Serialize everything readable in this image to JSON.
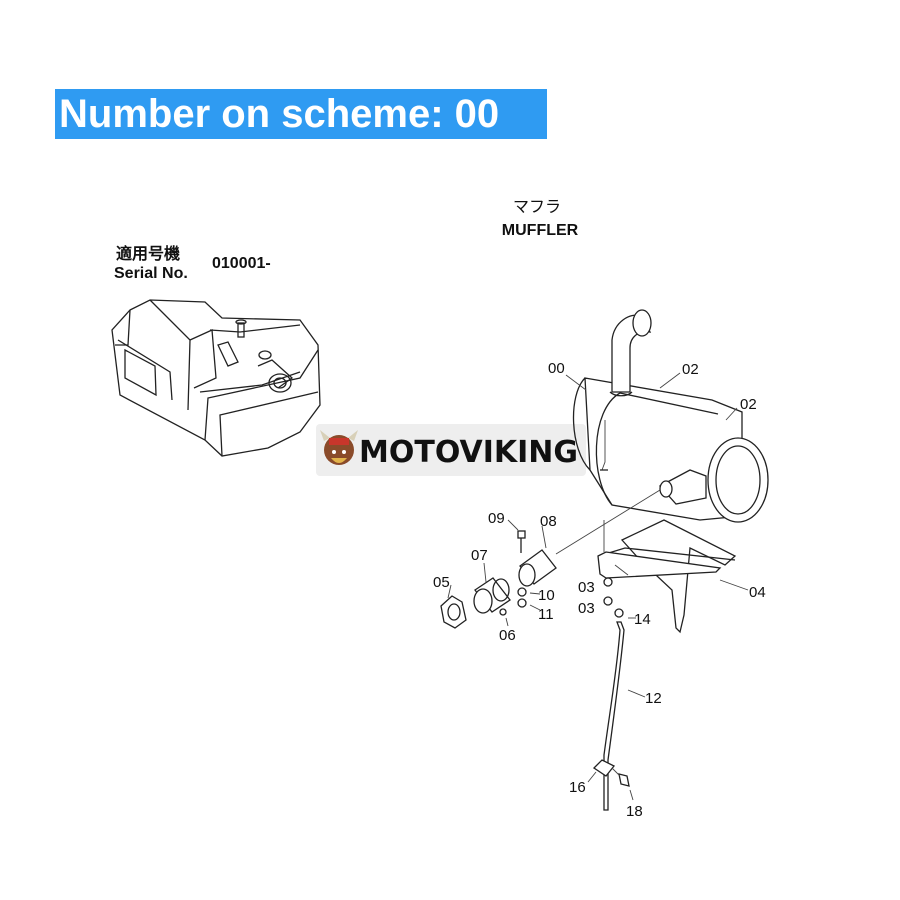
{
  "banner": {
    "text": "Number on scheme: 00",
    "color": "#2f9bf2"
  },
  "header": {
    "title_jp": "マフラ",
    "title_en": "MUFFLER",
    "serial_label_jp": "適用号機",
    "serial_label_en": "Serial No.",
    "serial_value": "010001-"
  },
  "watermark": {
    "text": "MOTOVIKING",
    "icon": "viking-mascot-icon"
  },
  "parts": {
    "p00": "00",
    "p02a": "02",
    "p02b": "02",
    "p03a": "03",
    "p03b": "03",
    "p04": "04",
    "p05": "05",
    "p06": "06",
    "p07": "07",
    "p08": "08",
    "p09": "09",
    "p10": "10",
    "p11": "11",
    "p12": "12",
    "p14": "14",
    "p16": "16",
    "p18": "18"
  }
}
